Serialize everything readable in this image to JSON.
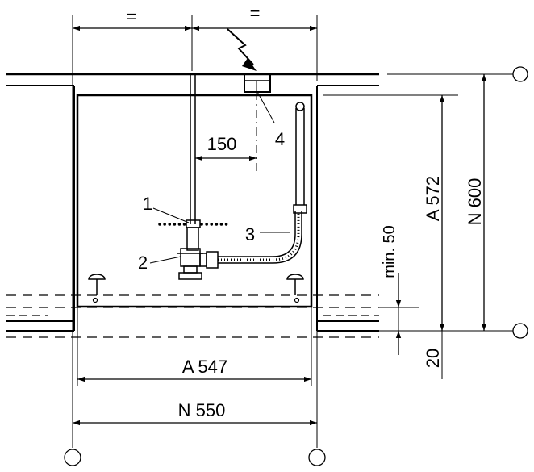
{
  "dimensions": {
    "equal_left": "=",
    "equal_right": "=",
    "offset": "150",
    "inner_width": "A 547",
    "outer_width": "N 550",
    "inner_height": "A 572",
    "outer_height": "N 600",
    "min_gap": "min. 50",
    "bottom_gap": "20"
  },
  "callouts": {
    "c1": "1",
    "c2": "2",
    "c3": "3",
    "c4": "4"
  }
}
